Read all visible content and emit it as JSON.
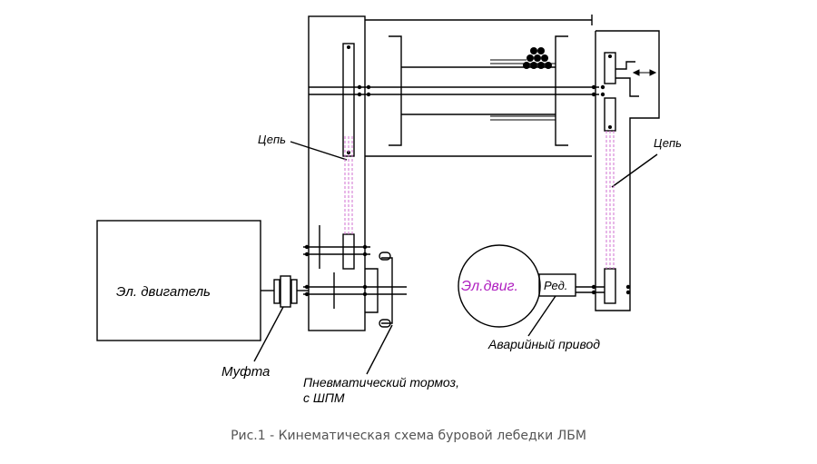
{
  "labels": {
    "motor": "Эл. двигатель",
    "coupling": "Муфта",
    "brake_line1": "Пневматический тормоз,",
    "brake_line2": "с ШПМ",
    "chain_left": "Цепь",
    "chain_right": "Цепь",
    "emergency_motor": "Эл.двиг.",
    "reducer": "Ред.",
    "emergency_drive": "Аварийный привод"
  },
  "caption": "Рис.1 - Кинематическая схема буровой лебедки ЛБМ",
  "colors": {
    "line": "#000000",
    "chain": "#d070d0",
    "emergency_text": "#b020c0",
    "caption": "#555555"
  }
}
